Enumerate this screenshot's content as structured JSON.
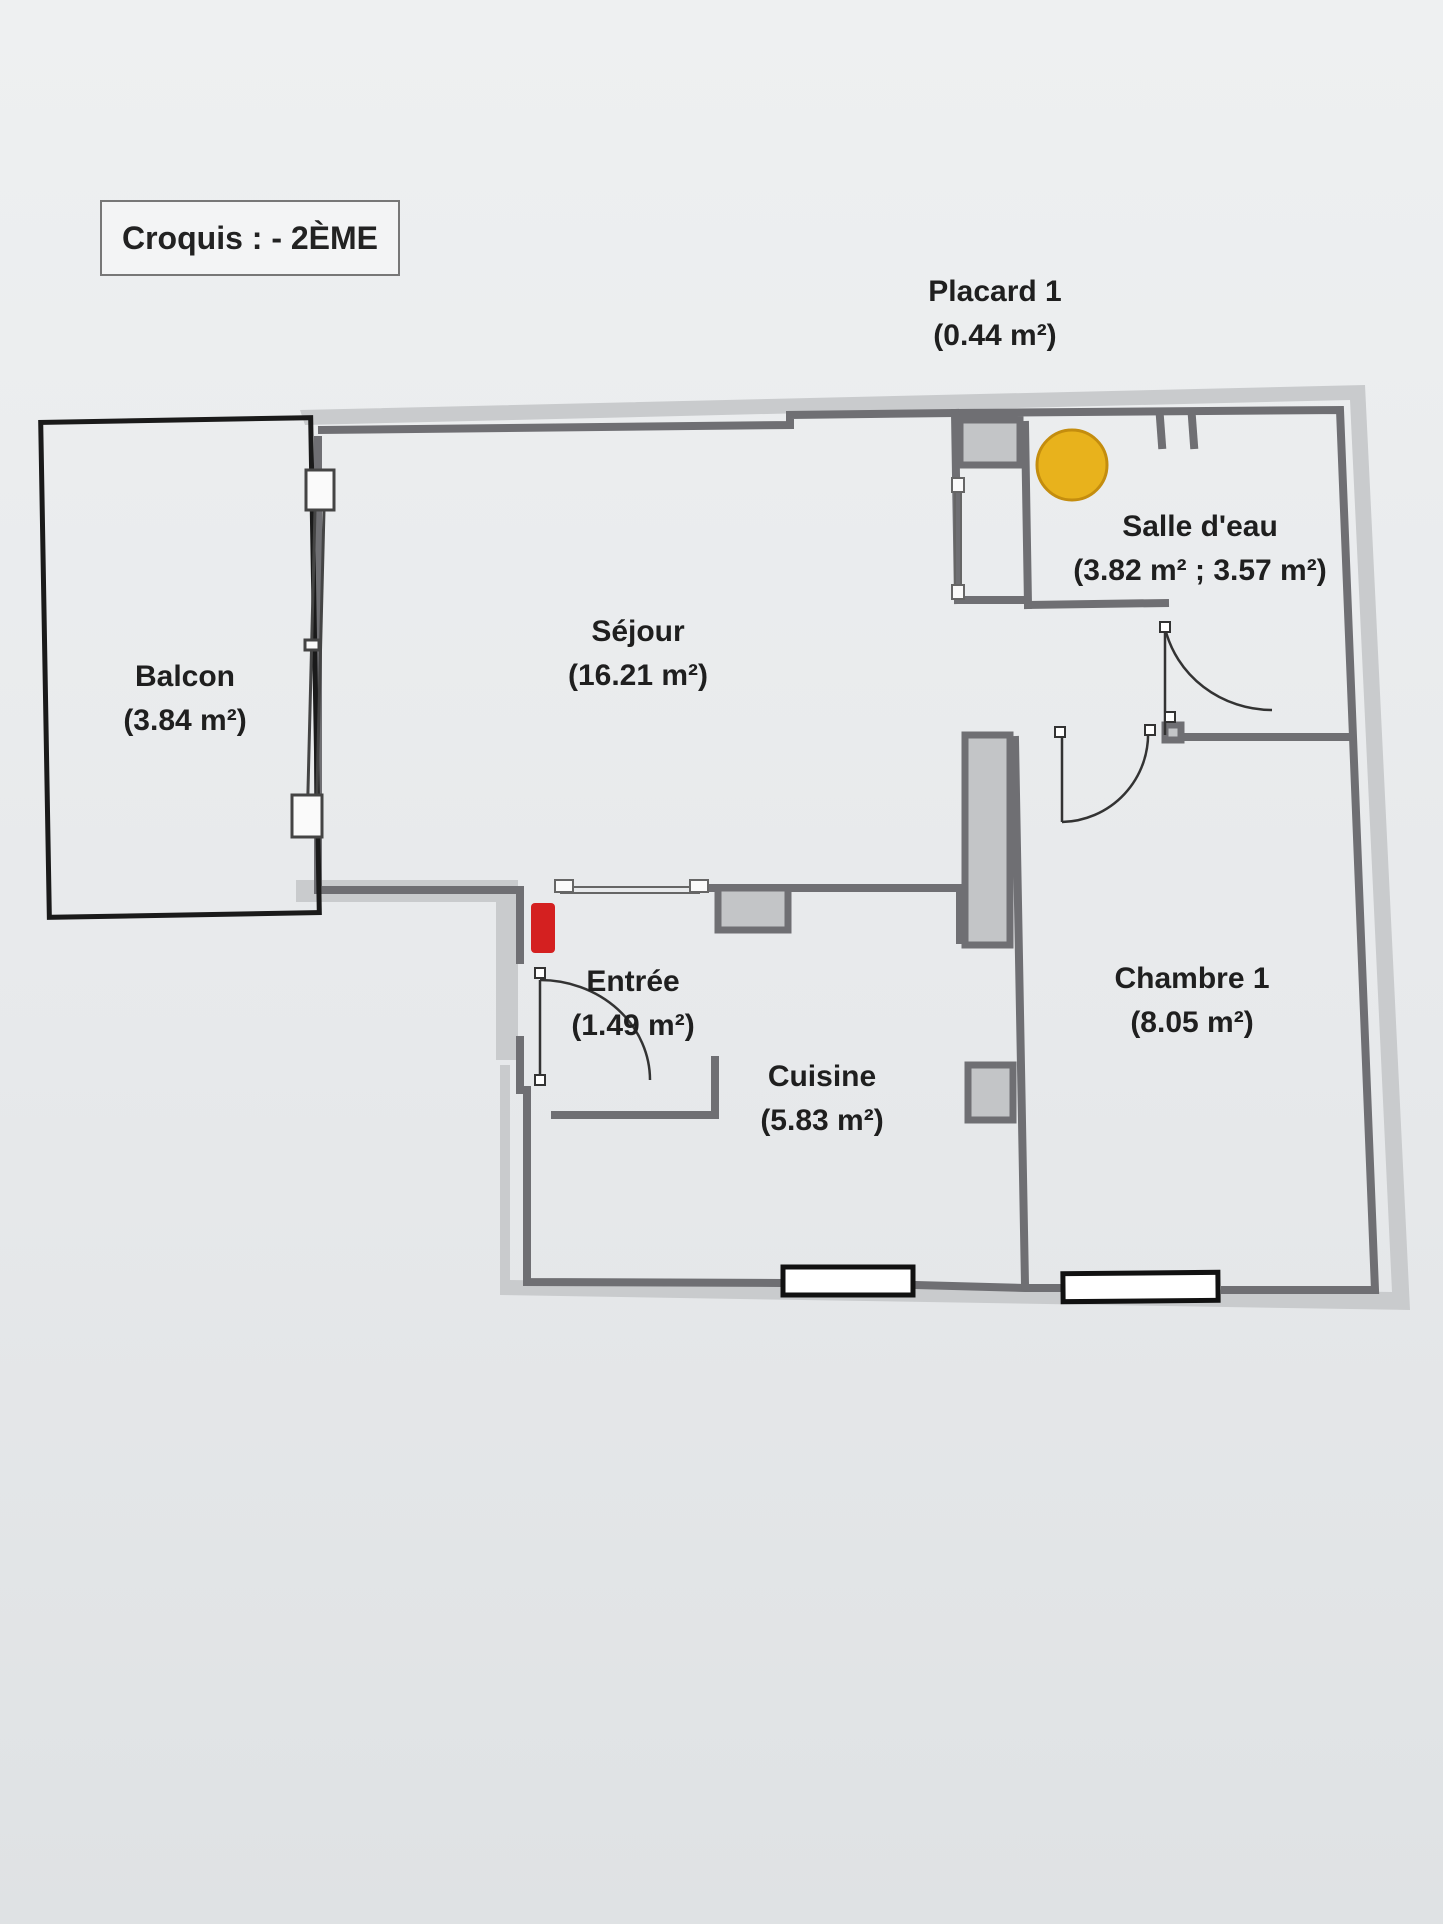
{
  "sketch": {
    "title": "Croquis :  - 2ÈME"
  },
  "rooms": {
    "placard": {
      "name": "Placard 1",
      "area": "(0.44 m²)"
    },
    "salle_eau": {
      "name": "Salle d'eau",
      "area": "(3.82 m² ; 3.57 m²)"
    },
    "sejour": {
      "name": "Séjour",
      "area": "(16.21 m²)"
    },
    "balcon": {
      "name": "Balcon",
      "area": "(3.84 m²)"
    },
    "entree": {
      "name": "Entrée",
      "area": "(1.49 m²)"
    },
    "cuisine": {
      "name": "Cuisine",
      "area": "(5.83 m²)"
    },
    "chambre": {
      "name": "Chambre 1",
      "area": "(8.05 m²)"
    }
  },
  "colors": {
    "wall": "#6f6f73",
    "wall_band": "#c6c8ca",
    "outline": "#1a1a1a",
    "water_heater": "#e8b21c",
    "extinguisher": "#d42020"
  },
  "symbols": [
    "water-heater-icon",
    "fire-extinguisher-icon"
  ]
}
